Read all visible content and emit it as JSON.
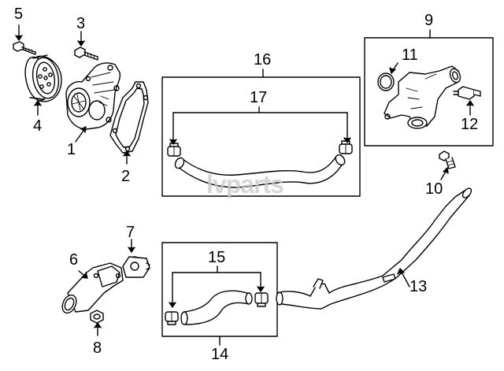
{
  "diagram": {
    "callouts": {
      "c1": "1",
      "c2": "2",
      "c3": "3",
      "c4": "4",
      "c5": "5",
      "c6": "6",
      "c7": "7",
      "c8": "8",
      "c9": "9",
      "c10": "10",
      "c11": "11",
      "c12": "12",
      "c13": "13",
      "c14": "14",
      "c15": "15",
      "c16": "16",
      "c17": "17"
    },
    "watermark": "lvparts"
  },
  "colors": {
    "line": "#000000",
    "watermark": "#c9c9c9",
    "background": "#ffffff"
  }
}
